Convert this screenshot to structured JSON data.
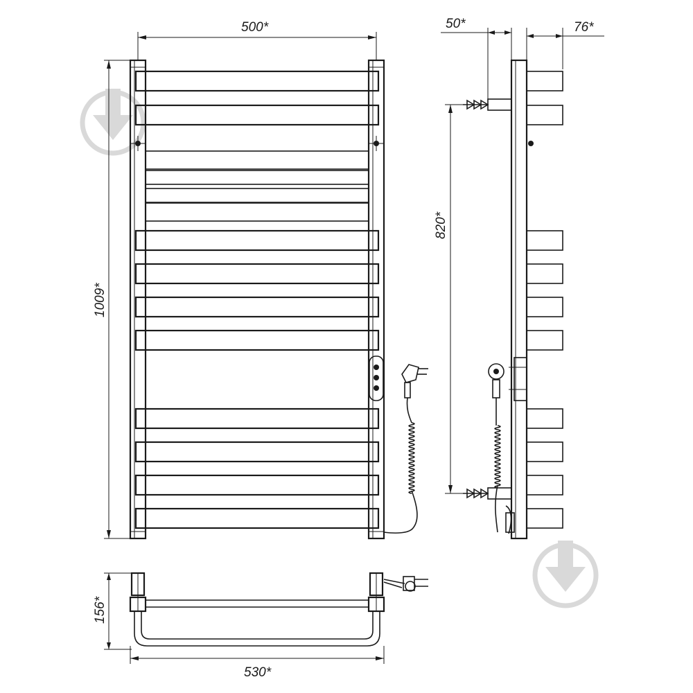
{
  "dimensions": {
    "width_top": "500*",
    "height_left": "1009*",
    "mount_spacing": "820*",
    "offset_pipe": "50*",
    "depth_bars": "76*",
    "depth_bottom": "156*",
    "width_bottom": "530*"
  },
  "watermark": {
    "icon": "download-arrow-icon",
    "color": "#d9d9d9"
  }
}
